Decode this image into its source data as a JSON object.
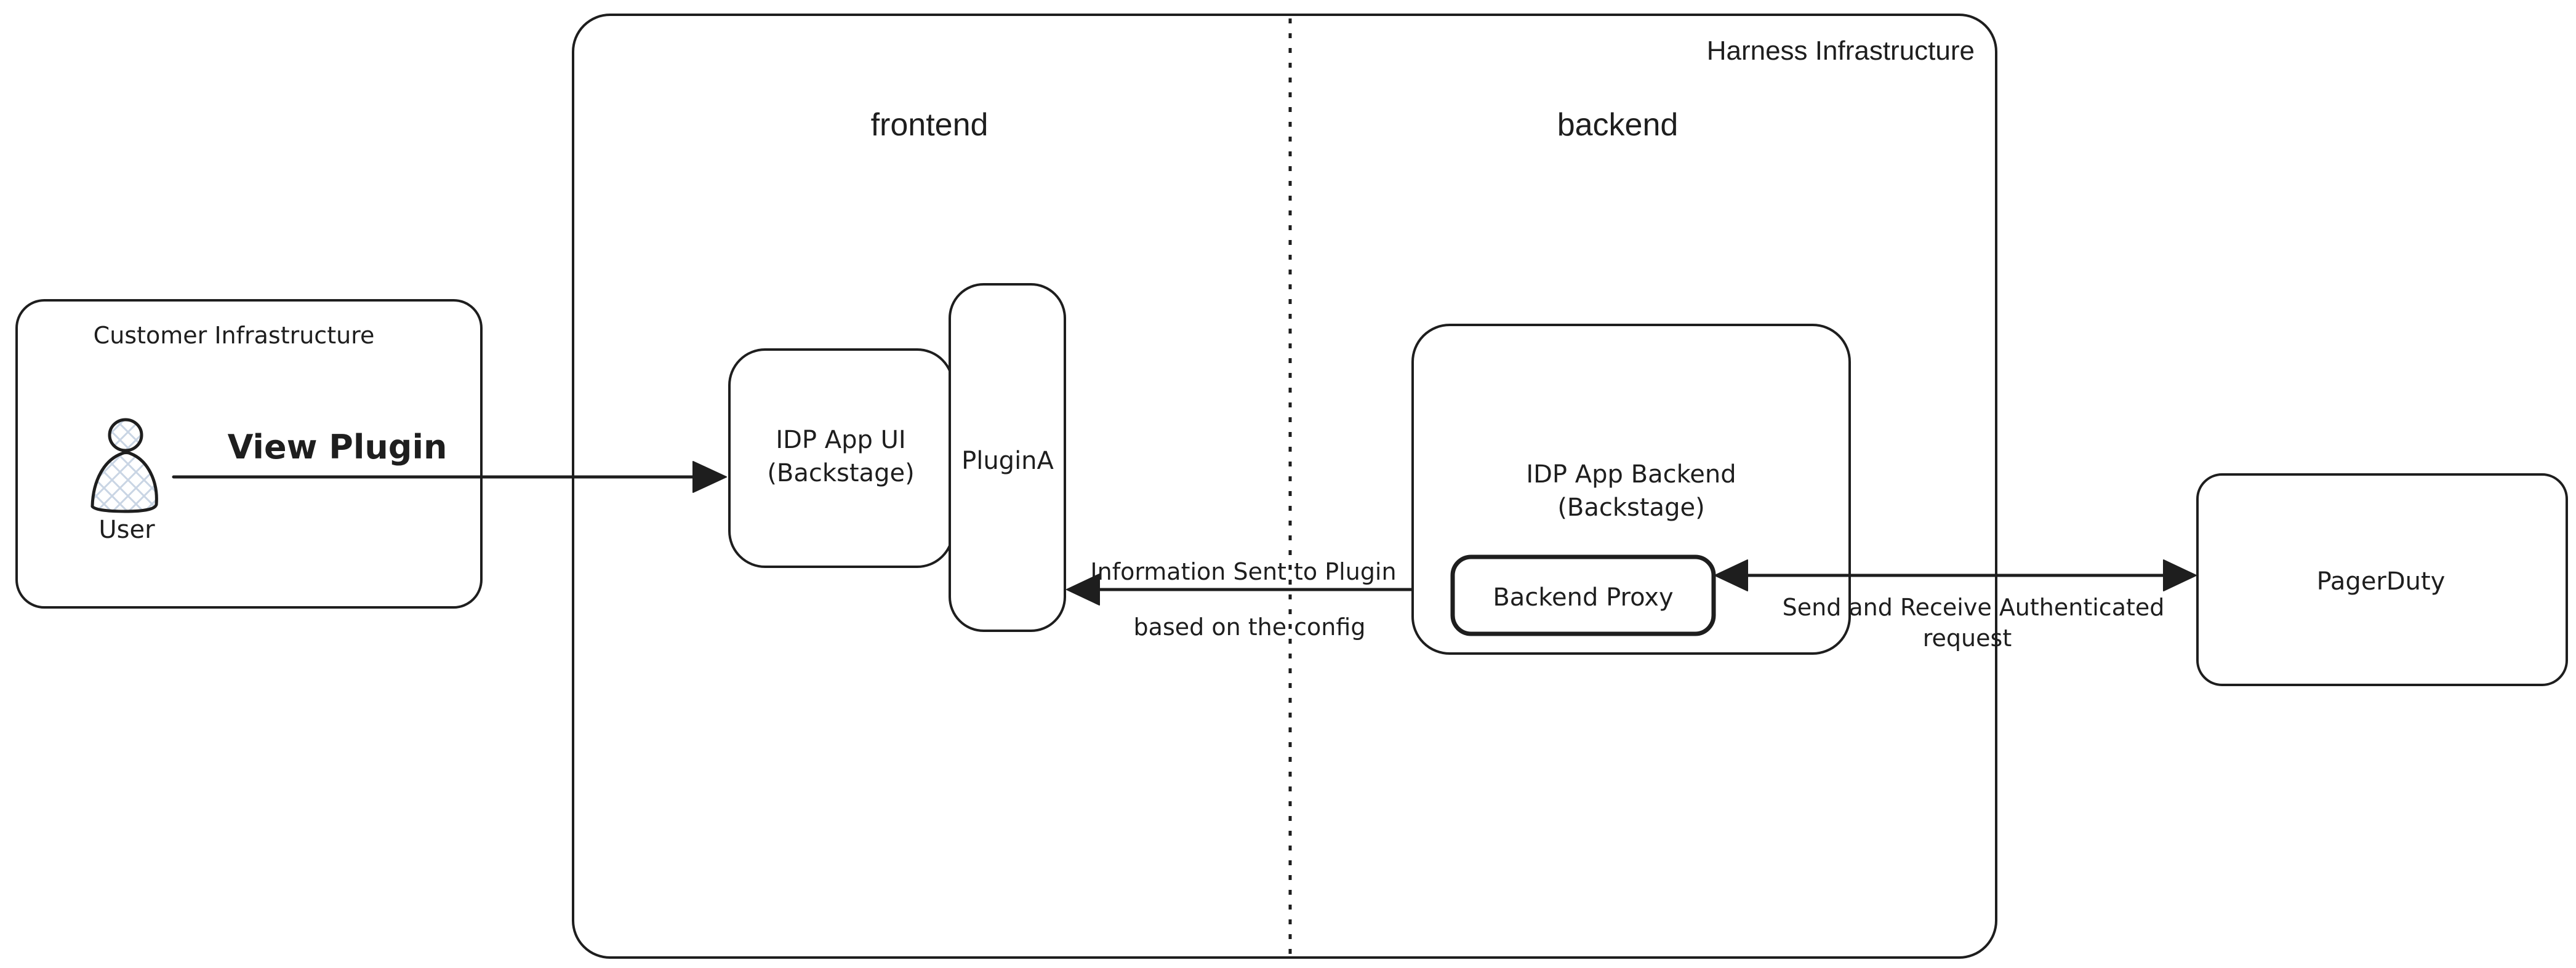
{
  "colors": {
    "background": "#ffffff",
    "stroke": "#1e1e1e",
    "pagerduty_fill": "#a5d8ff",
    "user_hatch": "#c9d5e4"
  },
  "harness": {
    "title": "Harness Infrastructure",
    "frontend_label": "frontend",
    "backend_label": "backend"
  },
  "customer": {
    "title": "Customer Infrastructure",
    "user_label": "User"
  },
  "nodes": {
    "idp_ui": {
      "line1": "IDP App UI",
      "line2": "(Backstage)"
    },
    "plugin_a": {
      "label": "PluginA"
    },
    "idp_backend": {
      "line1": "IDP App Backend",
      "line2": "(Backstage)"
    },
    "backend_proxy": {
      "label": "Backend Proxy"
    },
    "pagerduty": {
      "label": "PagerDuty"
    }
  },
  "arrows": {
    "view_plugin": {
      "label": "View Plugin"
    },
    "info_to_plugin": {
      "line1": "Information Sent to Plugin",
      "line2": "based on the config"
    },
    "send_receive": {
      "line1": "Send and Receive Authenticated",
      "line2": "request"
    }
  }
}
